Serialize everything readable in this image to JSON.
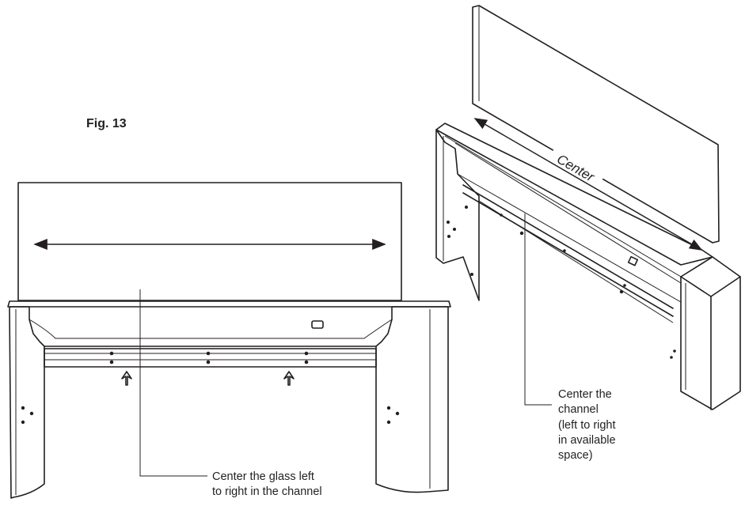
{
  "figure": {
    "label": "Fig. 13"
  },
  "front_view": {
    "callout_line1": "Center the glass left",
    "callout_line2": "to right in the channel"
  },
  "iso_view": {
    "center_label": "Center",
    "callout_lines": [
      "Center the",
      "channel",
      "(left to right",
      "in available",
      "space)"
    ]
  }
}
